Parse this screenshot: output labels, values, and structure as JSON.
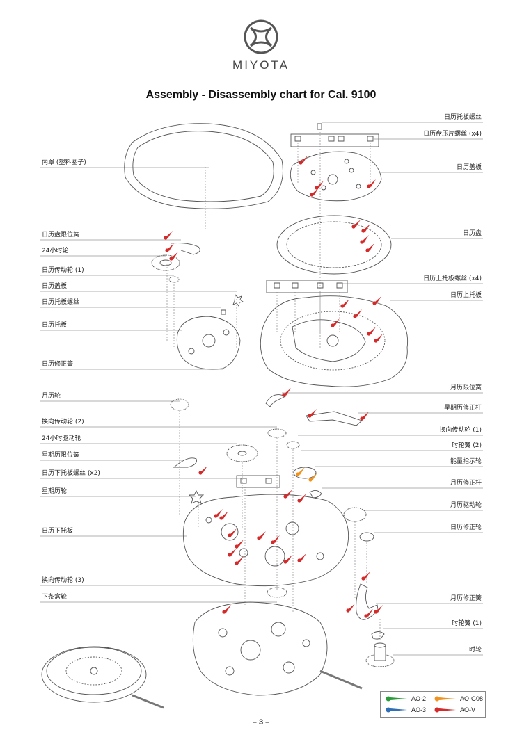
{
  "brand": "MIYOTA",
  "title": "Assembly - Disassembly chart for Cal. 9100",
  "page_number": "– 3 –",
  "labels_left": [
    {
      "id": "inner-ring",
      "text": "内罩 (塑料圈子)"
    },
    {
      "id": "date-jumper-spring",
      "text": "日历盘限位簧"
    },
    {
      "id": "24h-wheel",
      "text": "24小时轮"
    },
    {
      "id": "date-driving-wheel-1",
      "text": "日历传动轮 (1)"
    },
    {
      "id": "date-cover-left",
      "text": "日历盖板"
    },
    {
      "id": "date-plate-screw-left",
      "text": "日历托板螺丝"
    },
    {
      "id": "date-plate",
      "text": "日历托板"
    },
    {
      "id": "date-corrector-spring",
      "text": "日历修正簧"
    },
    {
      "id": "month-wheel",
      "text": "月历轮"
    },
    {
      "id": "reverse-driving-wheel-2",
      "text": "换向传动轮 (2)"
    },
    {
      "id": "24h-driving-wheel",
      "text": "24小时驱动轮"
    },
    {
      "id": "weekday-jumper-spring",
      "text": "星期历限位簧"
    },
    {
      "id": "lower-date-plate-screw",
      "text": "日历下托板螺丝 (x2)"
    },
    {
      "id": "weekday-wheel",
      "text": "星期历轮"
    },
    {
      "id": "lower-date-plate",
      "text": "日历下托板"
    },
    {
      "id": "reverse-driving-wheel-3",
      "text": "换向传动轮 (3)"
    },
    {
      "id": "lower-barrel-wheel",
      "text": "下条盒轮"
    }
  ],
  "labels_right": [
    {
      "id": "date-holder-screw",
      "text": "日历托板螺丝"
    },
    {
      "id": "date-disk-screw",
      "text": "日历盘压片螺丝 (x4)"
    },
    {
      "id": "date-cover-right",
      "text": "日历盖板"
    },
    {
      "id": "date-disk",
      "text": "日历盘"
    },
    {
      "id": "upper-date-plate-screw",
      "text": "日历上托板螺丝 (x4)"
    },
    {
      "id": "upper-date-plate",
      "text": "日历上托板"
    },
    {
      "id": "month-jumper-spring",
      "text": "月历限位簧"
    },
    {
      "id": "weekday-corrector-lever",
      "text": "星期历修正杆"
    },
    {
      "id": "reverse-driving-wheel-1",
      "text": "换向传动轮 (1)"
    },
    {
      "id": "hour-wheel-spring-2",
      "text": "时轮簧 (2)"
    },
    {
      "id": "power-reserve-wheel",
      "text": "能量指示轮"
    },
    {
      "id": "month-corrector-lever",
      "text": "月历修正杆"
    },
    {
      "id": "month-driving-wheel",
      "text": "月历驱动轮"
    },
    {
      "id": "date-corrector-wheel",
      "text": "日历修正轮"
    },
    {
      "id": "month-corrector-spring",
      "text": "月历修正簧"
    },
    {
      "id": "hour-wheel-spring-1",
      "text": "时轮簧 (1)"
    },
    {
      "id": "hour-wheel",
      "text": "时轮"
    }
  ],
  "legend": [
    {
      "id": "ao-2",
      "text": "AO-2",
      "color": "#2a9d3a"
    },
    {
      "id": "ao-g08",
      "text": "AO-G08",
      "color": "#f0931e"
    },
    {
      "id": "ao-3",
      "text": "AO-3",
      "color": "#2f6fb5"
    },
    {
      "id": "ao-v",
      "text": "AO-V",
      "color": "#d42a2a"
    }
  ],
  "colors": {
    "oil_red": "#d42a2a",
    "oil_orange": "#f0931e",
    "line": "#555555"
  }
}
